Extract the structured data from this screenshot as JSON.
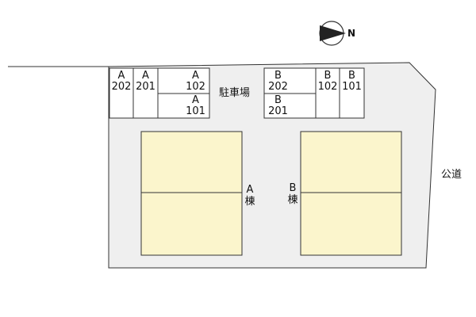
{
  "compass": {
    "label": "N"
  },
  "parking": {
    "label": "駐車場",
    "slots": [
      {
        "unit": "A",
        "room": "202"
      },
      {
        "unit": "A",
        "room": "201"
      },
      {
        "unit": "A",
        "room": "102"
      },
      {
        "unit": "A",
        "room": "101"
      },
      {
        "unit": "B",
        "room": "202"
      },
      {
        "unit": "B",
        "room": "201"
      },
      {
        "unit": "B",
        "room": "102"
      },
      {
        "unit": "B",
        "room": "101"
      }
    ]
  },
  "buildings": {
    "a": {
      "letter": "A",
      "suffix": "棟"
    },
    "b": {
      "letter": "B",
      "suffix": "棟"
    }
  },
  "road": {
    "label": "公道"
  },
  "colors": {
    "lot": "#efefef",
    "building": "#fbf5cc",
    "outline": "#333333"
  }
}
